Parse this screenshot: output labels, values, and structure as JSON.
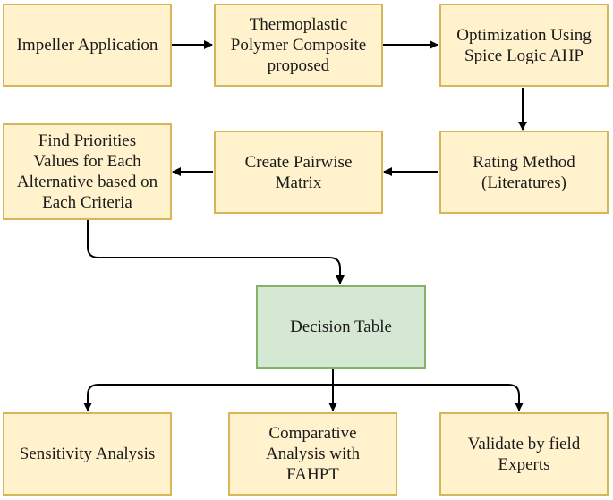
{
  "boxes": {
    "impeller": "Impeller Application",
    "thermoplastic": "Thermoplastic\nPolymer Composite\nproposed",
    "optimization": "Optimization Using\nSpice Logic AHP",
    "rating": "Rating Method\n(Literatures)",
    "pairwise": "Create Pairwise\nMatrix",
    "priorities": "Find Priorities\nValues for Each\nAlternative based on\nEach Criteria",
    "decision": "Decision Table",
    "sensitivity": "Sensitivity Analysis",
    "comparative": "Comparative\nAnalysis with\nFAHPT",
    "validate": "Validate by field\nExperts"
  },
  "colors": {
    "process_fill": "#fff2cc",
    "process_border": "#d6b656",
    "decision_fill": "#d5e8d4",
    "decision_border": "#82b366",
    "arrow": "#000000"
  }
}
